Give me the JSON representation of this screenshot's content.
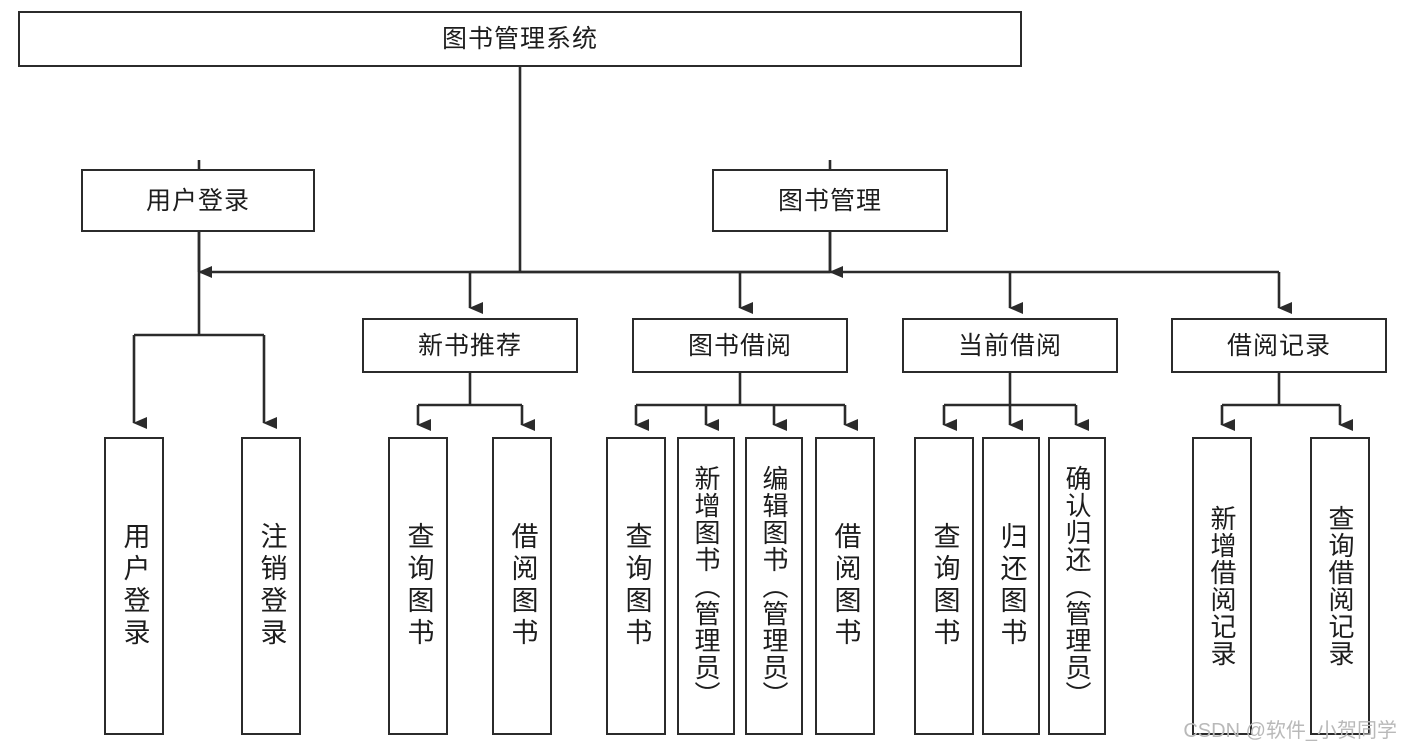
{
  "diagram": {
    "title": "图书管理系统",
    "watermark": "CSDN @软件_小贺同学",
    "line_color": "#2b2b2b",
    "box_fill": "#ffffff",
    "text_color": "#1d1d1d",
    "watermark_color": "#b9b9b9",
    "root": {
      "label": "图书管理系统"
    },
    "level2": [
      {
        "label": "用户登录"
      },
      {
        "label": "图书管理"
      }
    ],
    "level3": [
      {
        "label": "新书推荐"
      },
      {
        "label": "图书借阅"
      },
      {
        "label": "当前借阅"
      },
      {
        "label": "借阅记录"
      }
    ],
    "leaves": {
      "user_login": [
        {
          "label": "用户登录"
        },
        {
          "label": "注销登录"
        }
      ],
      "new_book_recommend": [
        {
          "label": "查询图书"
        },
        {
          "label": "借阅图书"
        }
      ],
      "book_borrow": [
        {
          "label": "查询图书"
        },
        {
          "label": "新增图书（管理员）"
        },
        {
          "label": "编辑图书（管理员）"
        },
        {
          "label": "借阅图书"
        }
      ],
      "current_borrow": [
        {
          "label": "查询图书"
        },
        {
          "label": "归还图书"
        },
        {
          "label": "确认归还（管理员）"
        }
      ],
      "borrow_record": [
        {
          "label": "新增借阅记录"
        },
        {
          "label": "查询借阅记录"
        }
      ]
    }
  }
}
